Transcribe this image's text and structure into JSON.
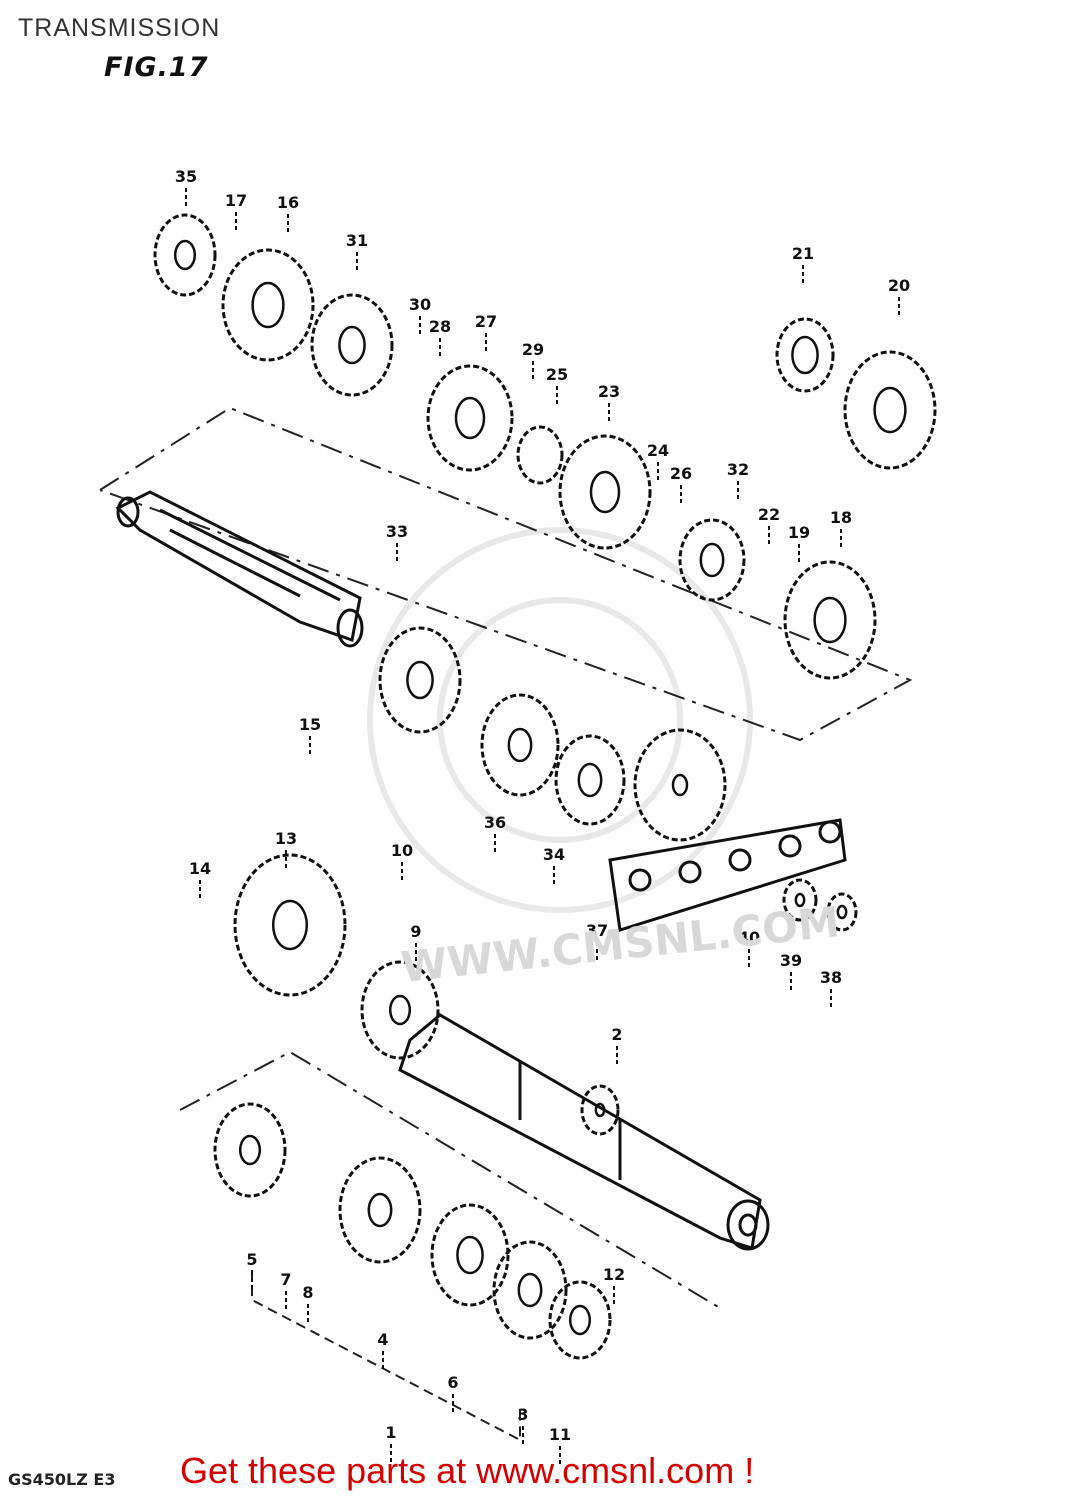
{
  "header": {
    "title": "TRANSMISSION",
    "figure": "FIG.17"
  },
  "diagram": {
    "callouts": [
      {
        "id": "35"
      },
      {
        "id": "17"
      },
      {
        "id": "16"
      },
      {
        "id": "31"
      },
      {
        "id": "30"
      },
      {
        "id": "28"
      },
      {
        "id": "27"
      },
      {
        "id": "29"
      },
      {
        "id": "25"
      },
      {
        "id": "23"
      },
      {
        "id": "24"
      },
      {
        "id": "26"
      },
      {
        "id": "32"
      },
      {
        "id": "22"
      },
      {
        "id": "19"
      },
      {
        "id": "18"
      },
      {
        "id": "21"
      },
      {
        "id": "20"
      },
      {
        "id": "33"
      },
      {
        "id": "15"
      },
      {
        "id": "36"
      },
      {
        "id": "34"
      },
      {
        "id": "37"
      },
      {
        "id": "40"
      },
      {
        "id": "39"
      },
      {
        "id": "38"
      },
      {
        "id": "13"
      },
      {
        "id": "14"
      },
      {
        "id": "10"
      },
      {
        "id": "9"
      },
      {
        "id": "2"
      },
      {
        "id": "5"
      },
      {
        "id": "7"
      },
      {
        "id": "8"
      },
      {
        "id": "4"
      },
      {
        "id": "6"
      },
      {
        "id": "3"
      },
      {
        "id": "1"
      },
      {
        "id": "11"
      },
      {
        "id": "12"
      }
    ],
    "watermark": "WWW.CMSNL.COM"
  },
  "footer": {
    "model_code": "GS450LZ E3",
    "cta": "Get these parts at www.cmsnl.com !"
  }
}
